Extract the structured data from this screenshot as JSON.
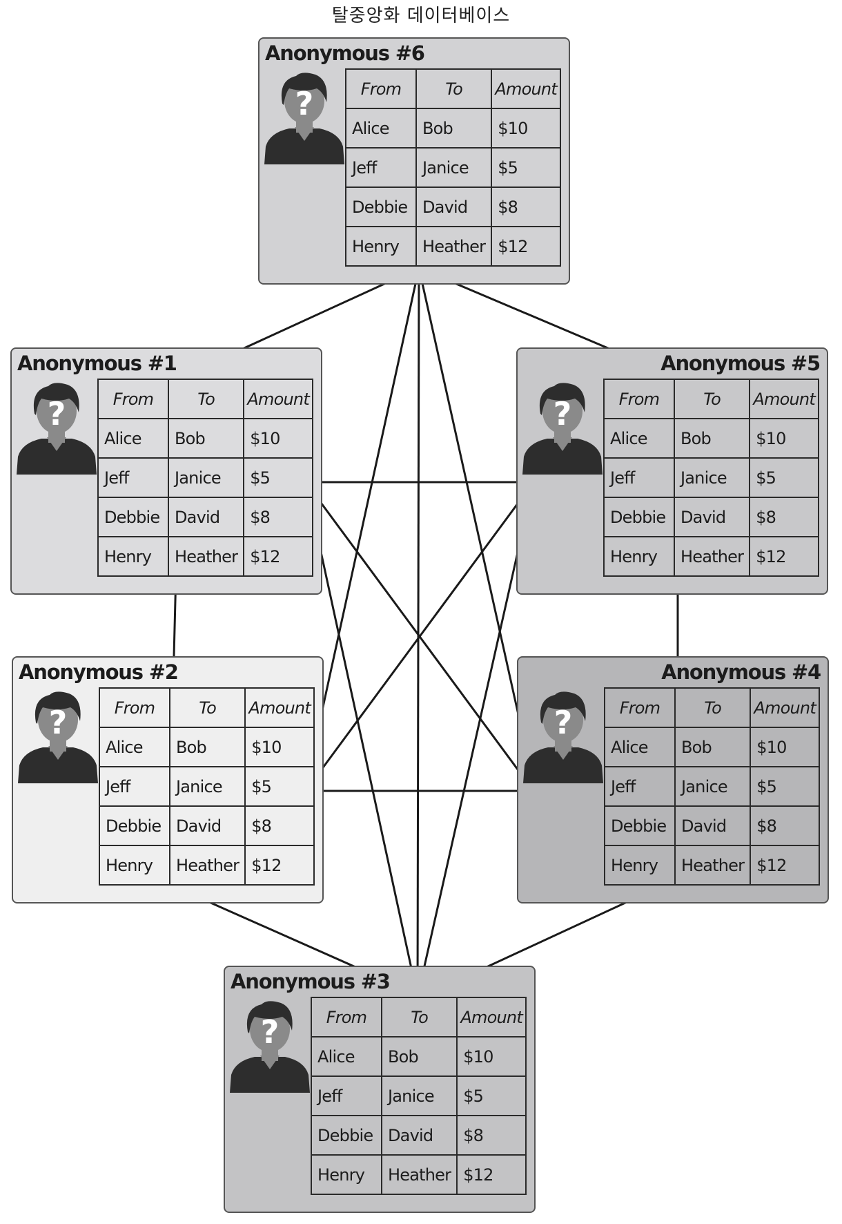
{
  "title": "탈중앙화 데이터베이스",
  "columns": [
    "From",
    "To",
    "Amount"
  ],
  "rows": [
    [
      "Alice",
      "Bob",
      "$10"
    ],
    [
      "Jeff",
      "Janice",
      "$5"
    ],
    [
      "Debbie",
      "David",
      "$8"
    ],
    [
      "Henry",
      "Heather",
      "$12"
    ]
  ],
  "nodes": [
    {
      "id": "anon-6",
      "label": "Anonymous #6",
      "fill": "#d2d2d4"
    },
    {
      "id": "anon-1",
      "label": "Anonymous #1",
      "fill": "#dcdcde"
    },
    {
      "id": "anon-5",
      "label": "Anonymous #5",
      "fill": "#c8c8ca"
    },
    {
      "id": "anon-2",
      "label": "Anonymous #2",
      "fill": "#efefef"
    },
    {
      "id": "anon-4",
      "label": "Anonymous #4",
      "fill": "#b6b6b8"
    },
    {
      "id": "anon-3",
      "label": "Anonymous #3",
      "fill": "#c3c3c5"
    }
  ],
  "colors": {
    "avatar_dark": "#2d2d2d",
    "avatar_skin": "#8a8a8a",
    "line": "#1a1a1a"
  },
  "icons": {
    "avatar": "anonymous-person-icon"
  }
}
